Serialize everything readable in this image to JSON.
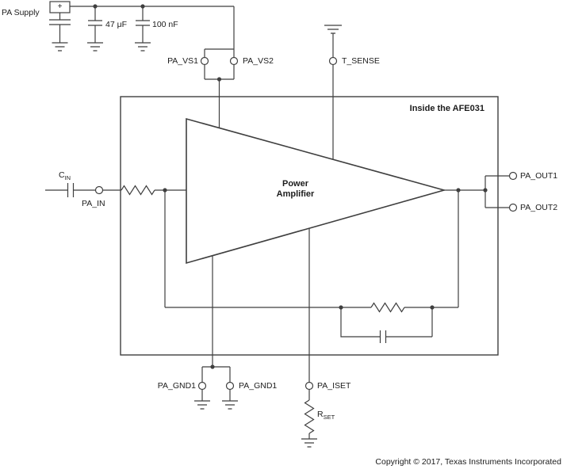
{
  "diagram": {
    "box_title": "Inside the AFE031",
    "amplifier": {
      "line1": "Power",
      "line2": "Amplifier"
    },
    "supply": {
      "label": "PA Supply",
      "plus": "+",
      "cap1_value": "47 μF",
      "cap2_value": "100 nF"
    },
    "pins": {
      "pa_vs1": "PA_VS1",
      "pa_vs2": "PA_VS2",
      "t_sense": "T_SENSE",
      "pa_in": "PA_IN",
      "pa_out1": "PA_OUT1",
      "pa_out2": "PA_OUT2",
      "pa_gnd1_left": "PA_GND1",
      "pa_gnd1_right": "PA_GND1",
      "pa_iset": "PA_ISET"
    },
    "components": {
      "c_in": {
        "symbol": "C",
        "sub": "IN"
      },
      "r_set": {
        "symbol": "R",
        "sub": "SET"
      }
    },
    "footer": "Copyright © 2017, Texas Instruments Incorporated",
    "colors": {
      "line": "#3f3f3f",
      "text": "#1c1c1c",
      "background": "#ffffff"
    }
  }
}
